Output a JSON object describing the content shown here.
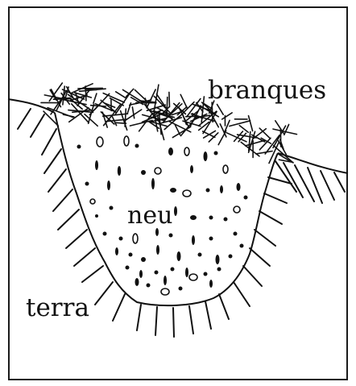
{
  "labels": {
    "branches": "branques",
    "snow": "neu",
    "soil": "terra"
  },
  "colors": {
    "ink": "#111111",
    "paper": "#ffffff"
  }
}
